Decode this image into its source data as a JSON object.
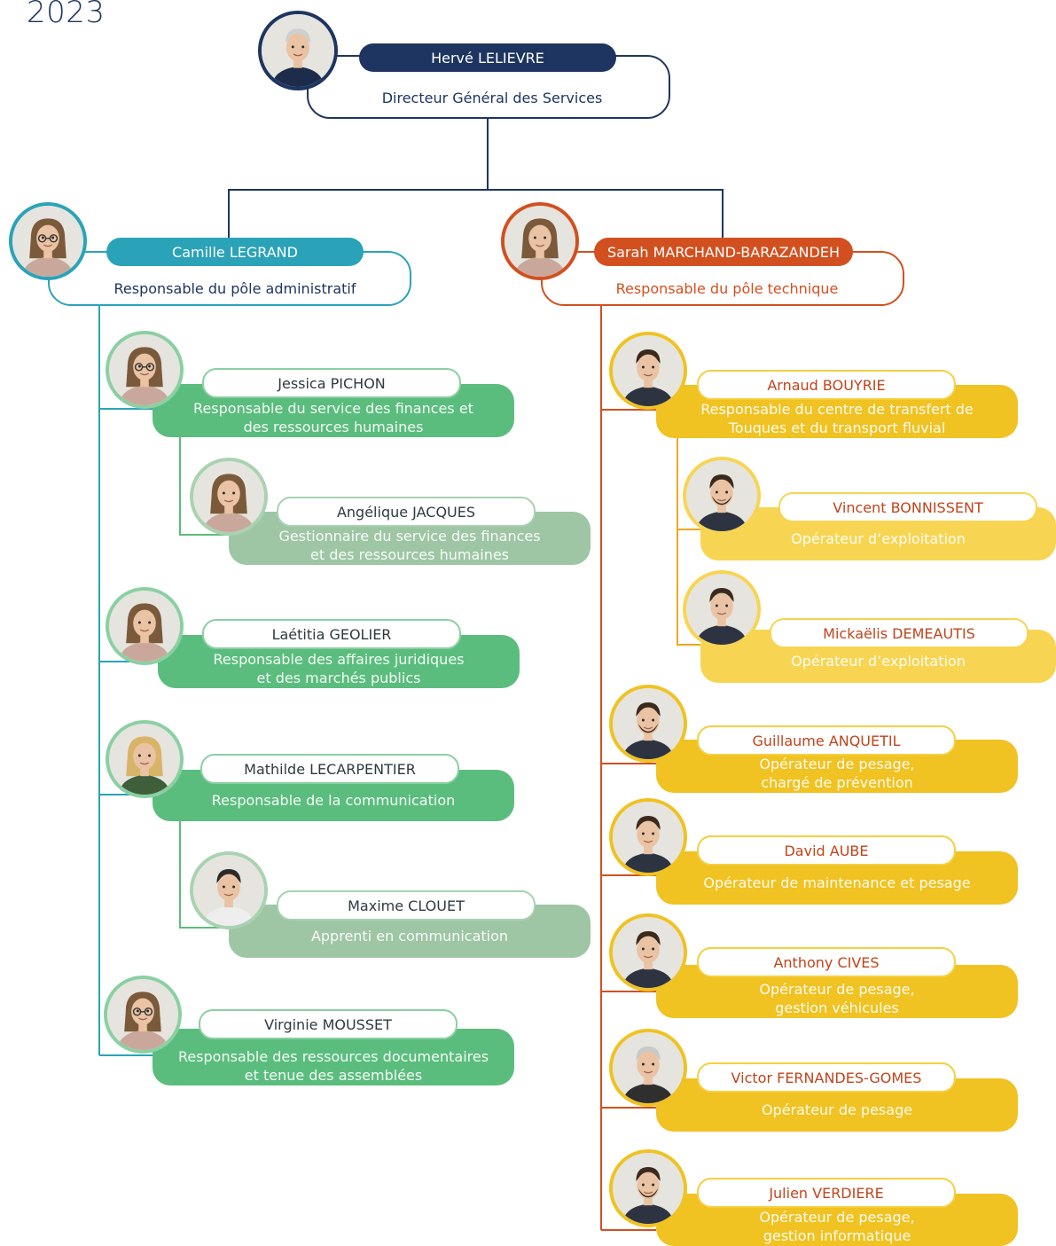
{
  "year": "2023",
  "director": {
    "name": "Hervé LELIEVRE",
    "title": "Directeur Général des Services",
    "avatar": "portrait-man-grey-hair-icon"
  },
  "admin_pole": {
    "head": {
      "name": "Camille LEGRAND",
      "title": "Responsable du pôle administratif",
      "avatar": "portrait-woman-glasses-icon"
    },
    "members": [
      {
        "name": "Jessica PICHON",
        "line1": "Responsable du service des finances et",
        "line2": "des ressources humaines",
        "avatar": "portrait-woman-glasses-icon"
      },
      {
        "name": "Angélique JACQUES",
        "line1": "Gestionnaire du service des finances",
        "line2": "et des ressources humaines",
        "avatar": "portrait-woman-icon"
      },
      {
        "name": "Laétitia GEOLIER",
        "line1": "Responsable des affaires juridiques",
        "line2": "et des marchés publics",
        "avatar": "portrait-woman-icon"
      },
      {
        "name": "Mathilde LECARPENTIER",
        "line1": "Responsable de la communication",
        "line2": "",
        "avatar": "portrait-woman-blonde-icon"
      },
      {
        "name": "Maxime CLOUET",
        "line1": "Apprenti en communication",
        "line2": "",
        "avatar": "portrait-young-man-icon"
      },
      {
        "name": "Virginie MOUSSET",
        "line1": "Responsable des ressources documentaires",
        "line2": "et tenue des assemblées",
        "avatar": "portrait-woman-glasses-icon"
      }
    ]
  },
  "tech_pole": {
    "head": {
      "name": "Sarah MARCHAND-BARAZANDEH",
      "title": "Responsable du pôle technique",
      "avatar": "portrait-woman-dark-hair-icon"
    },
    "members": [
      {
        "name": "Arnaud BOUYRIE",
        "line1": "Responsable du centre de transfert de",
        "line2": "Touques et du transport fluvial",
        "avatar": "portrait-man-icon"
      },
      {
        "name": "Vincent BONNISSENT",
        "line1": "Opérateur d’exploitation",
        "line2": "",
        "avatar": "portrait-man-beard-icon"
      },
      {
        "name": "Mickaëlis DEMEAUTIS",
        "line1": "Opérateur d’exploitation",
        "line2": "",
        "avatar": "portrait-man-icon"
      },
      {
        "name": "Guillaume ANQUETIL",
        "line1": "Opérateur de pesage,",
        "line2": "chargé de prévention",
        "avatar": "portrait-man-beard-icon"
      },
      {
        "name": "David AUBE",
        "line1": "Opérateur de maintenance et pesage",
        "line2": "",
        "avatar": "portrait-man-icon"
      },
      {
        "name": "Anthony CIVES",
        "line1": "Opérateur de pesage,",
        "line2": "gestion véhicules",
        "avatar": "portrait-man-icon"
      },
      {
        "name": "Victor FERNANDES-GOMES",
        "line1": "Opérateur de pesage",
        "line2": "",
        "avatar": "portrait-man-grey-hair-icon"
      },
      {
        "name": "Julien VERDIERE",
        "line1": "Opérateur de pesage,",
        "line2": "gestion informatique",
        "avatar": "portrait-man-beard-icon"
      }
    ]
  },
  "colors": {
    "navy": "#1d3560",
    "teal": "#2aa3b8",
    "rust": "#d2501f",
    "green": "#5bbd7d",
    "sage": "#9ec6a5",
    "gold": "#f0c222",
    "pale_gold": "#f7d552"
  }
}
